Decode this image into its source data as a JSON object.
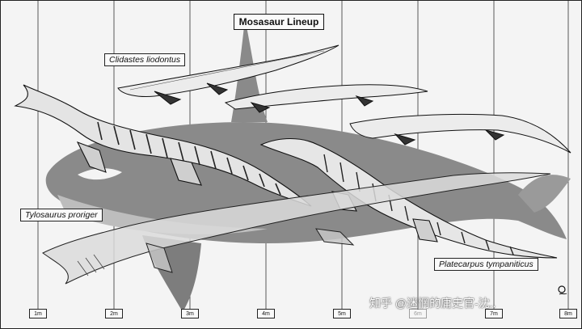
{
  "title": "Mosasaur Lineup",
  "labels": {
    "clidastes": "Clidastes liodontus",
    "tylosaurus": "Tylosaurus proriger",
    "platecarpus": "Platecarpus tympaniticus"
  },
  "scale_marks": [
    "1m",
    "2m",
    "3m",
    "4m",
    "5m",
    "6m",
    "7m",
    "8m"
  ],
  "watermark": "知乎 @迷惘的庸史官-沈..",
  "colors": {
    "background": "#f4f4f4",
    "silhouette_dark": "#7a7a7a",
    "silhouette_light": "#a8a8a8",
    "ink": "#111111"
  }
}
